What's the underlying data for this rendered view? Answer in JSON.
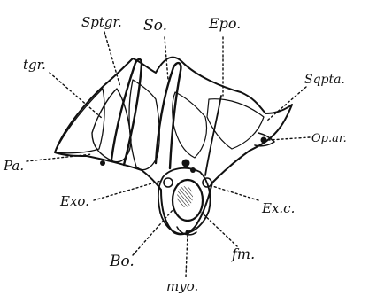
{
  "figure": {
    "labels": {
      "sptgr": "Sptgr.",
      "so": "So.",
      "epo": "Epo.",
      "tgr": "tgr.",
      "sqpta": "Sqpta.",
      "opar": "Op.ar.",
      "pa": "Pa.",
      "exo": "Exo.",
      "exc": "Ex.c.",
      "bo": "Bo.",
      "fm": "fm.",
      "myo": "myo."
    }
  }
}
